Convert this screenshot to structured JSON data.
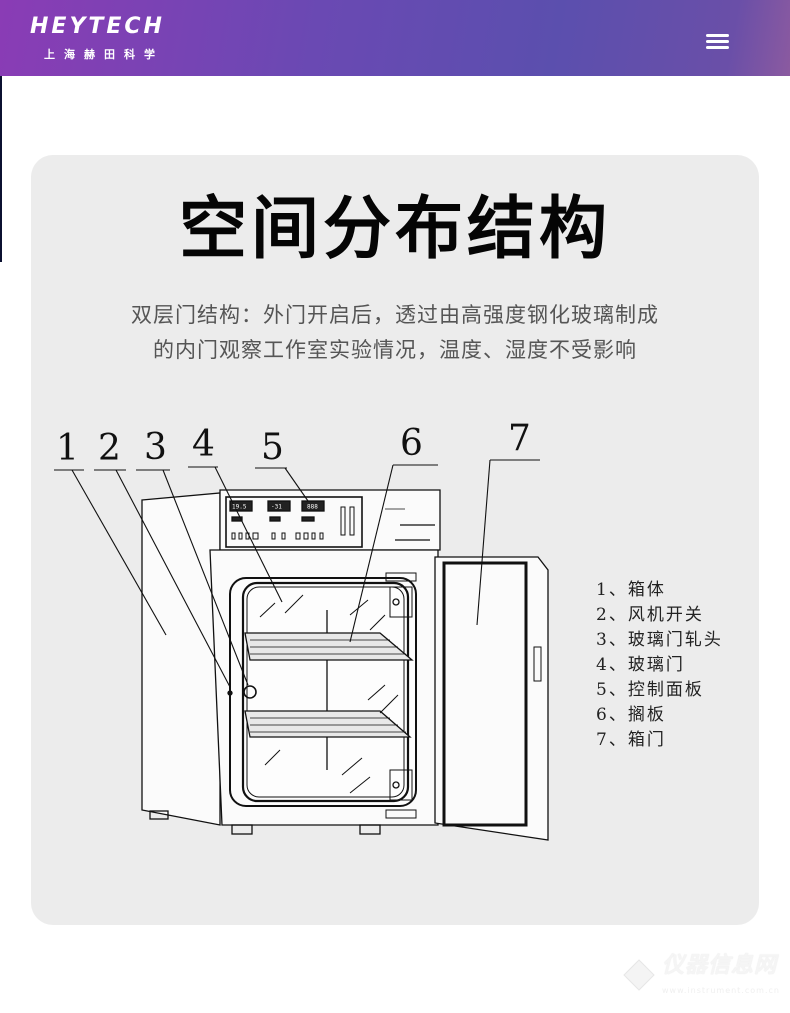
{
  "header": {
    "logo_text": "HEYTECH",
    "logo_subtitle": "上海赫田科学",
    "menu_icon": "hamburger-menu-icon",
    "colors": {
      "gradient_start": "#8a3cb5",
      "gradient_end": "#5b4fae"
    }
  },
  "main": {
    "title": "空间分布结构",
    "description_lines": [
      "双层门结构：外门开启后，透过由高强度钢化玻璃制成",
      "的内门观察工作室实验情况，温度、湿度不受影响"
    ],
    "diagram": {
      "callout_numbers": [
        "1",
        "2",
        "3",
        "4",
        "5",
        "6",
        "7"
      ],
      "display_readouts": [
        "19.5",
        "-31",
        "888"
      ]
    },
    "legend": [
      {
        "num": "1",
        "sep": "、",
        "label": "箱体"
      },
      {
        "num": "2",
        "sep": "、",
        "label": "风机开关"
      },
      {
        "num": "3",
        "sep": "、",
        "label": "玻璃门轧头"
      },
      {
        "num": "4",
        "sep": "、",
        "label": "玻璃门"
      },
      {
        "num": "5",
        "sep": "、",
        "label": "控制面板"
      },
      {
        "num": "6",
        "sep": "、",
        "label": "搁板"
      },
      {
        "num": "7",
        "sep": "、",
        "label": "箱门"
      }
    ]
  },
  "watermark": {
    "text": "仪器信息网",
    "url": "www.instrument.com.cn"
  }
}
